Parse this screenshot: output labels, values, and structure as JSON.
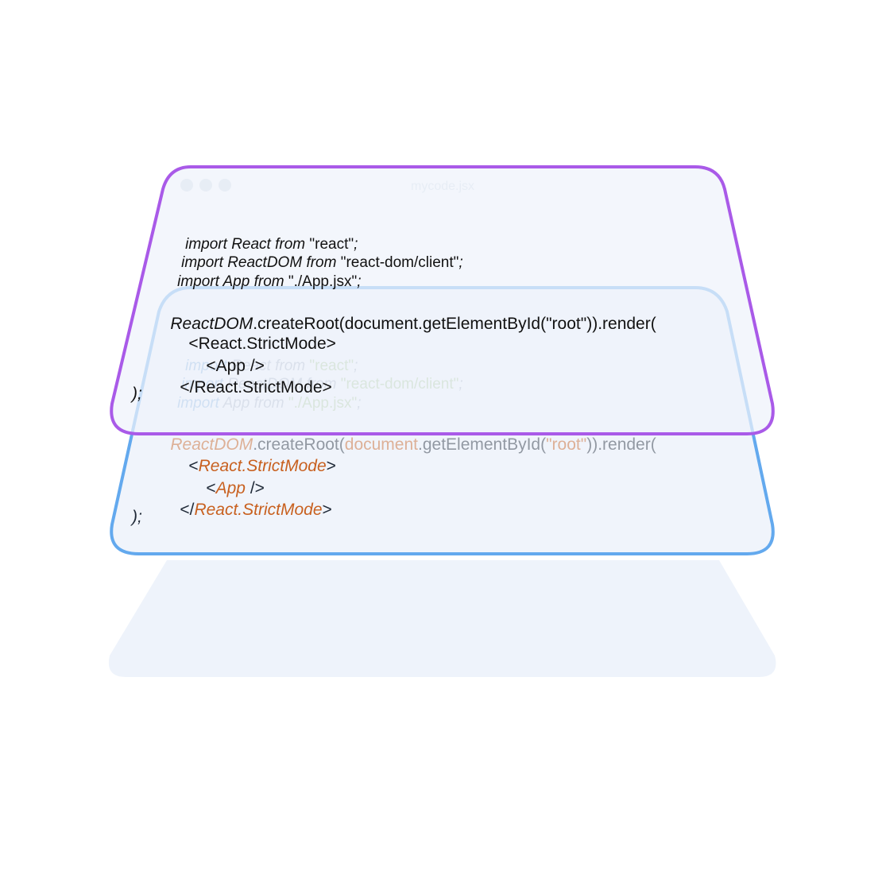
{
  "window": {
    "filename": "mycode.jsx"
  },
  "code": {
    "import_react": [
      "import",
      " React",
      " from",
      " \"react\"",
      ";"
    ],
    "import_reactdom": [
      "import",
      " ReactDOM",
      " from",
      " \"react-dom/client\"",
      ";"
    ],
    "import_app": [
      "import",
      " App",
      " from",
      " \"./App.jsx\"",
      ";"
    ],
    "create_root": [
      "ReactDOM",
      ".createRoot(",
      "document",
      ".getElementById(",
      "\"root\"",
      ")).render("
    ],
    "strict_open": [
      "<",
      "React.StrictMode",
      ">"
    ],
    "app_tag": [
      "<",
      "App",
      " />"
    ],
    "strict_close": [
      "</",
      "React.StrictMode",
      ">"
    ],
    "close_paren": ");"
  },
  "colors": {
    "purple_border": "#a95ae8",
    "blue_border": "#63a9ee",
    "layer_fill": "#eef3fb",
    "jsx_tag": "#c8601f"
  }
}
